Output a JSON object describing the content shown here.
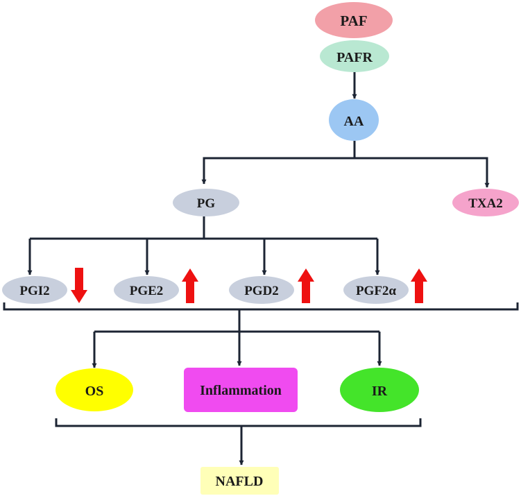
{
  "nodes": {
    "paf": {
      "label": "PAF",
      "color": "#f2a0a8"
    },
    "pafr": {
      "label": "PAFR",
      "color": "#b9e8d2"
    },
    "aa": {
      "label": "AA",
      "color": "#9cc7f3"
    },
    "pg": {
      "label": "PG",
      "color": "#c8cfdd"
    },
    "txa2": {
      "label": "TXA2",
      "color": "#f5a3cb"
    },
    "pgi2": {
      "label": "PGI2",
      "color": "#c8cfdd",
      "trend": "down"
    },
    "pge2": {
      "label": "PGE2",
      "color": "#c8cfdd",
      "trend": "up"
    },
    "pgd2": {
      "label": "PGD2",
      "color": "#c8cfdd",
      "trend": "up"
    },
    "pgf2a": {
      "label": "PGF2α",
      "color": "#c8cfdd",
      "trend": "up"
    },
    "os": {
      "label": "OS",
      "color": "#ffff00"
    },
    "inflammation": {
      "label": "Inflammation",
      "color": "#f04bf0"
    },
    "ir": {
      "label": "IR",
      "color": "#44e42a"
    },
    "nafld": {
      "label": "NAFLD",
      "color": "#ffffb8"
    }
  },
  "colors": {
    "arrow_up_down": "#ee1111",
    "connector": "#1c2433"
  }
}
